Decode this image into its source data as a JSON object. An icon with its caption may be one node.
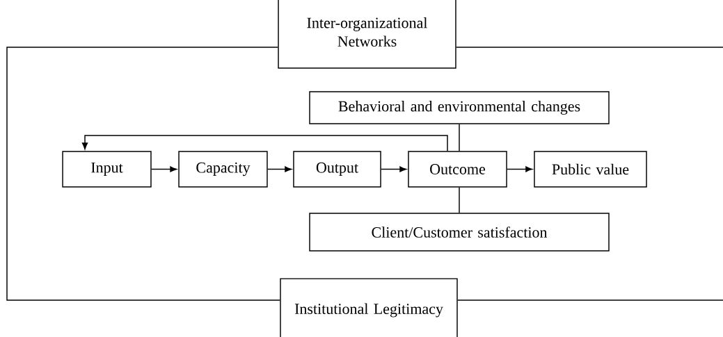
{
  "diagram": {
    "nodes": [
      {
        "text": [
          "Inter-organizational Networks"
        ]
      },
      {
        "text": [
          "Behavioral and environmental changes"
        ]
      },
      {
        "text": [
          "Input"
        ]
      },
      {
        "text": [
          "Capacity"
        ]
      },
      {
        "text": [
          "Output"
        ]
      },
      {
        "text": [
          "Outcome"
        ]
      },
      {
        "text": [
          "Public value"
        ]
      },
      {
        "text": [
          "Client/Customer satisfaction"
        ]
      },
      {
        "text": [
          "Institutional Legitimacy"
        ]
      }
    ],
    "edges": [
      {
        "from": 2,
        "to": 3,
        "arrow": "to"
      },
      {
        "from": 3,
        "to": 4,
        "arrow": "to"
      },
      {
        "from": 4,
        "to": 5,
        "arrow": "to"
      },
      {
        "from": 5,
        "to": 6,
        "arrow": "to"
      },
      {
        "from": 5,
        "to": 2,
        "arrow": "to"
      },
      {
        "from": 1,
        "to": 5,
        "arrow": "none"
      },
      {
        "from": 5,
        "to": 7,
        "arrow": "none"
      },
      {
        "from": 0,
        "to": 8,
        "arrow": "none"
      },
      {
        "from": 0,
        "to": null,
        "arrow": "none"
      },
      {
        "from": 8,
        "to": null,
        "arrow": "none"
      }
    ]
  }
}
